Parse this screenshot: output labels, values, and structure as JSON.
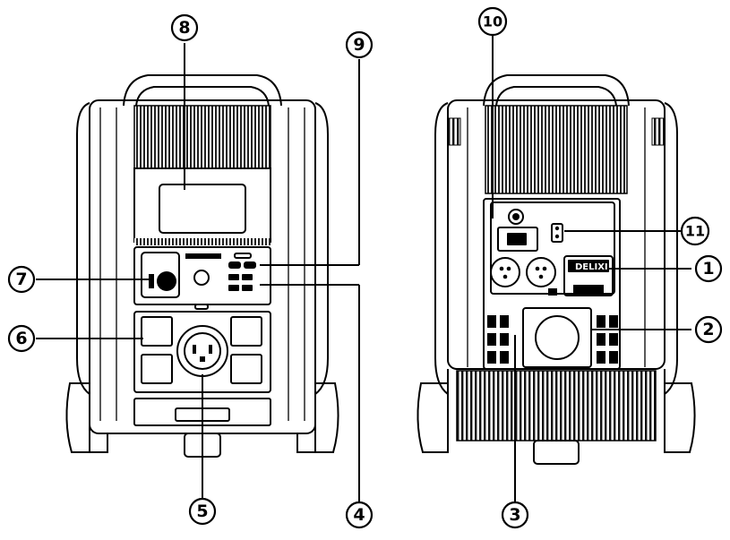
{
  "callouts": {
    "c1": "1",
    "c2": "2",
    "c3": "3",
    "c4": "4",
    "c5": "5",
    "c6": "6",
    "c7": "7",
    "c8": "8",
    "c9": "9",
    "c10": "10",
    "c11": "11"
  },
  "brand_label": "DELIXI"
}
